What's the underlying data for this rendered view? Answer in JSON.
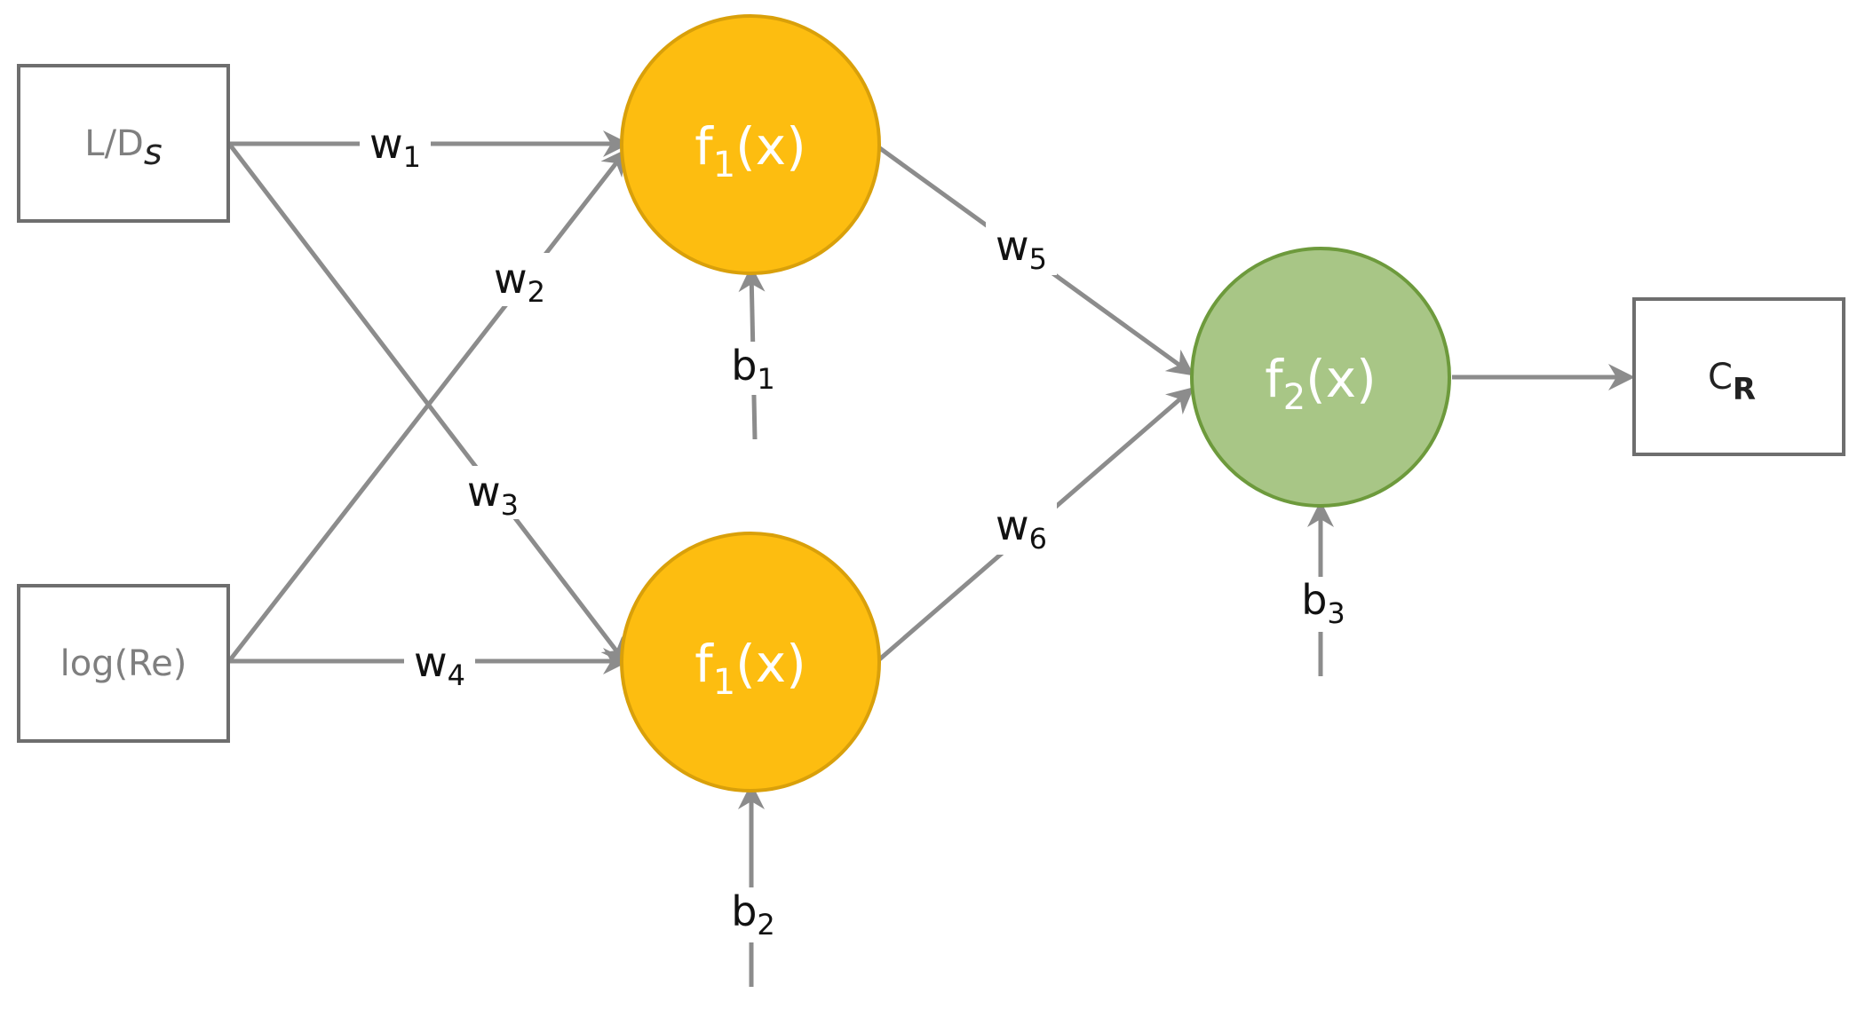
{
  "colors": {
    "hidden_fill": "#fdbd10",
    "hidden_stroke": "#d9a00a",
    "output_fill": "#a8c686",
    "output_stroke": "#6d9a3c",
    "edge": "#8c8c8c"
  },
  "inputs": {
    "ld": {
      "main": "L/D",
      "sub": "s"
    },
    "re": {
      "main": "log(Re)"
    }
  },
  "hidden": {
    "h1": {
      "main": "f",
      "sub": "1",
      "rest": "(x)"
    },
    "h2": {
      "main": "f",
      "sub": "1",
      "rest": "(x)"
    }
  },
  "output_node": {
    "main": "f",
    "sub": "2",
    "rest": "(x)"
  },
  "output": {
    "main": "C",
    "sub": "R"
  },
  "weights": {
    "w1": {
      "main": "w",
      "sub": "1"
    },
    "w2": {
      "main": "w",
      "sub": "2"
    },
    "w3": {
      "main": "w",
      "sub": "3"
    },
    "w4": {
      "main": "w",
      "sub": "4"
    },
    "w5": {
      "main": "w",
      "sub": "5"
    },
    "w6": {
      "main": "w",
      "sub": "6"
    }
  },
  "biases": {
    "b1": {
      "main": "b",
      "sub": "1"
    },
    "b2": {
      "main": "b",
      "sub": "2"
    },
    "b3": {
      "main": "b",
      "sub": "3"
    }
  }
}
